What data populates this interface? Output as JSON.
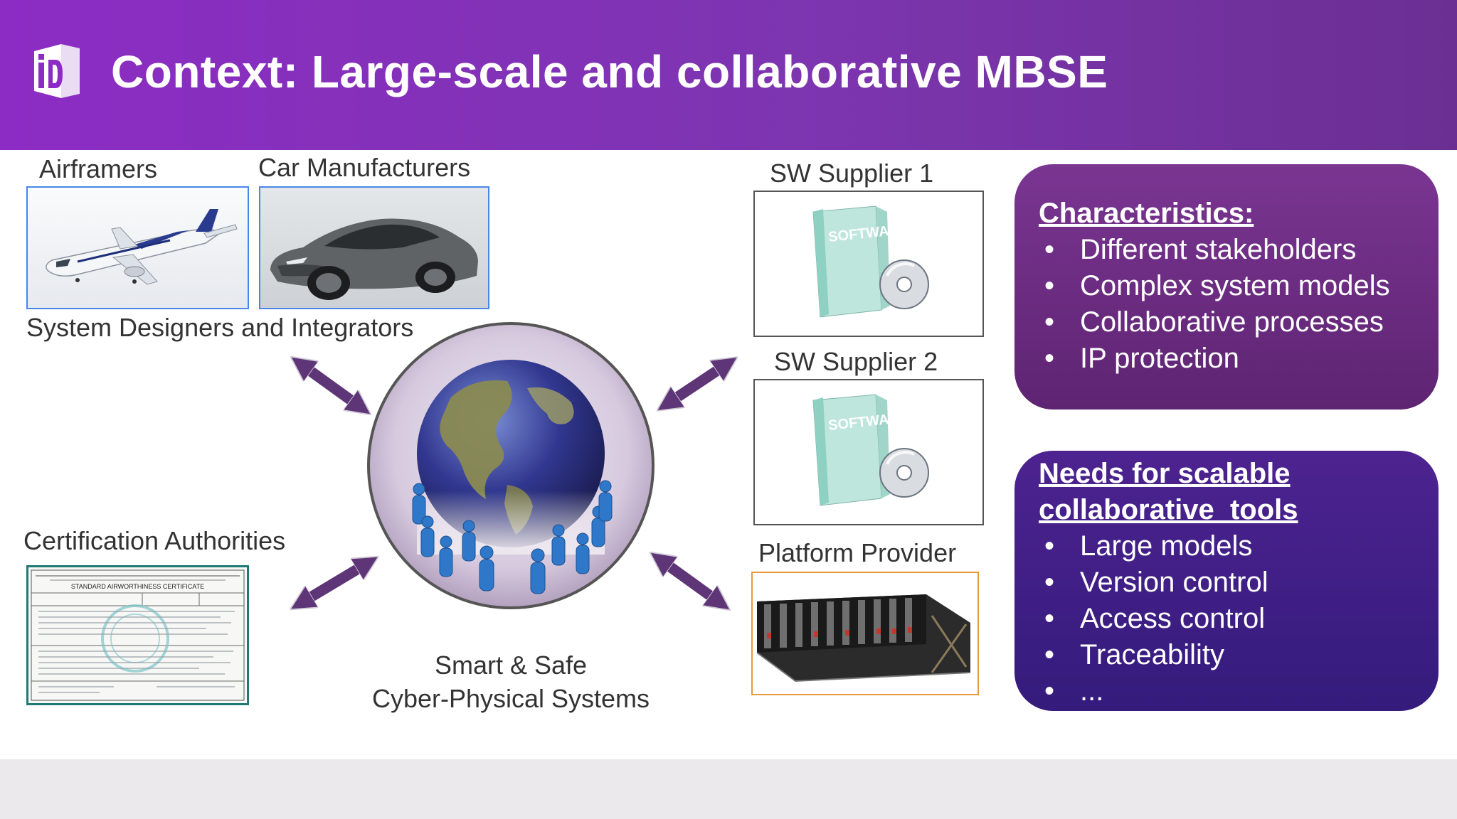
{
  "header": {
    "title": "Context: Large-scale and collaborative MBSE"
  },
  "left": {
    "airframers": "Airframers",
    "car_manufacturers": "Car Manufacturers",
    "designers": "System Designers and Integrators",
    "certification": "Certification Authorities",
    "certificate_heading": "STANDARD AIRWORTHINESS CERTIFICATE"
  },
  "center": {
    "line1": "Smart & Safe",
    "line2": "Cyber-Physical Systems"
  },
  "right": {
    "sw_supplier_1": "SW Supplier 1",
    "sw_supplier_2": "SW Supplier 2",
    "platform_provider": "Platform Provider",
    "box_label": "SOFTWARE"
  },
  "characteristics": {
    "heading": "Characteristics:",
    "items": [
      "Different stakeholders",
      "Complex system models",
      "Collaborative processes",
      "IP protection"
    ]
  },
  "needs": {
    "heading_line1": "Needs for scalable",
    "heading_line2": "collaborative  tools",
    "items": [
      "Large models",
      "Version control",
      "Access control",
      "Traceability",
      "..."
    ]
  },
  "colors": {
    "header": "#8c2cc4",
    "arrow": "#5e3576",
    "panel1": "#6b2d7f",
    "panel2": "#3f2184"
  },
  "bullet": "•"
}
